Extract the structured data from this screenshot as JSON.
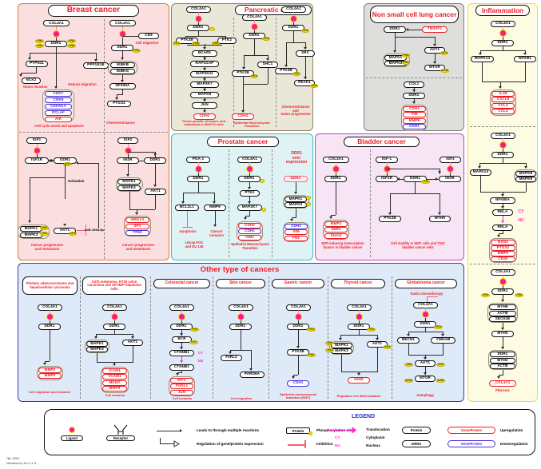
{
  "meta": {
    "title_line": "Title: DDR1",
    "maintained_line": "Maintained by:  Eer D. á. B"
  },
  "panels": {
    "breast": {
      "title": "Breast cancer",
      "nodes": [
        "COL4A1",
        "DDR1",
        "PTPN11",
        "NCK2",
        "PPP1R1B",
        "CDK7",
        "CDK8",
        "CDKN1A",
        "PCLAF",
        "AIK",
        "COL4A1",
        "CD9",
        "DDR1",
        "IKBKB",
        "IKBKG",
        "NFKBIA",
        "PTGS2",
        "IGF1",
        "IGF1R",
        "DDR1",
        "MAPK1",
        "MAPK3",
        "AKT1",
        "miR-199a-5p",
        "IGF2",
        "INSR",
        "DDR1",
        "MAPK1",
        "MAPK3",
        "AKT1",
        "HMGA1",
        "SP1",
        "TP53"
      ],
      "labels": [
        "Tumor invasion",
        "Reduce migration",
        "Cell cycle arrest and apoptosis",
        "Cell migration",
        "Chemoresistance",
        "Activation",
        "Cancer progression\nand metastasis",
        "Cancer progression\nand metastasis"
      ],
      "phospho": [
        "Y484",
        "Y520",
        "Y792",
        "Y796",
        "Y792",
        "S473",
        "T202",
        "Y204",
        "Y792"
      ]
    },
    "pancreatic": {
      "title": "Pancreatic cancer",
      "nodes": [
        "COL4A1",
        "DDR1",
        "PTK2B",
        "PTK2",
        "BCAR1",
        "RAP1GAP",
        "MAP3K11",
        "MAP2K7",
        "MAPK8",
        "JUN",
        "CDH2",
        "COL4A1",
        "DDR1",
        "PTK2B",
        "SHC1",
        "CDH2",
        "COL4A1",
        "DDR1",
        "SRC",
        "PTK2B",
        "PEAK1"
      ],
      "labels": [
        "Tumor growth, invasion, and\nmetastasis in BxPC3 cells",
        "Epithelial Mesenchymal\nTransition",
        "Chemoresistance\nand\ntumor progression"
      ],
      "phospho": [
        "Y513",
        "Y580",
        "Y397",
        "Y513",
        "Y513",
        "Y402",
        "Y402",
        "Y635"
      ]
    },
    "nsclc": {
      "title": "Non small cell lung cancer",
      "nodes": [
        "DDR1",
        "TM4SF1",
        "MAPK1",
        "MAPK3",
        "AKT1",
        "MTOR",
        "COL1",
        "DDR1",
        "CDH2",
        "VIM",
        "MMP9",
        "CDH1"
      ],
      "labels": [],
      "phospho": [
        "T183",
        "Y185",
        "S473",
        "S2448"
      ]
    },
    "inflammation": {
      "title": "Inflammation",
      "nodes": [
        "COL4A1",
        "DDR1",
        "MAPK14",
        "NFKB1",
        "IL1B",
        "CXCL8",
        "CCL3",
        "CCL4",
        "COL4A1",
        "DDR1",
        "MAPK14",
        "MAPK8",
        "MAPK9",
        "NFKBIA",
        "RELA",
        "RELA",
        "NOS2",
        "PTGS2",
        "MMP9",
        "CD40",
        "COL4A1",
        "DDR1",
        "MYH9",
        "ACTB",
        "SEC61B",
        "MYH2",
        "DDR1",
        "MYH2",
        "ACTB",
        "COL4A1"
      ],
      "labels": [
        "CY",
        "NU",
        "Fibrosis"
      ],
      "phospho": [
        "Y513",
        "Y796"
      ]
    },
    "prostate": {
      "title": "Prostate cancer",
      "nodes": [
        "PGA-1",
        "DDR1",
        "BCL2L1",
        "MMP9",
        "COL4A1",
        "DDR1",
        "PTK2",
        "MAP2K7",
        "CDH2",
        "CDH1",
        "VIM1",
        "DDR1",
        "MAPK1",
        "MAPK3",
        "CDH1",
        "VIM",
        "FN1"
      ],
      "labels": [
        "Apoptosis",
        "Cancer\ninvasion",
        "LNcap PGC\nand DU 145",
        "Epithelial Mesenchymal\nTransition",
        "DDR1\nover\nexpression"
      ],
      "phospho": []
    },
    "bladder": {
      "title": "Bladder cancer",
      "nodes": [
        "COL4A1",
        "DDR1",
        "MMP2",
        "ZEB1",
        "SNAI2",
        "IGF-1",
        "IGF1R",
        "DDR1",
        "IGF2",
        "INSR",
        "PTK2B",
        "MYH9"
      ],
      "labels": [
        "EMT-inducing transcription\nfactors in bladder cancer",
        "Cell motility in  5637 cells and T24T\nbladder cancer cells"
      ],
      "phospho": [
        "Y792"
      ]
    },
    "other": {
      "title": "Other type of cancers",
      "columns": [
        {
          "title": "Pituitary adenocarcinoma and hepatocellular carcinoma",
          "nodes": [
            "COL4A1",
            "DDR1",
            "MMP2",
            "MMP9"
          ],
          "caption": "Cell migration and invasion"
        },
        {
          "title": "A375 melanoma, HT29 colon carcinoma and SK-HEP hepatoma cells",
          "nodes": [
            "COL4A1",
            "DDR1",
            "MAPK1",
            "MAPK3",
            "AKT1",
            "ICAM1",
            "VCAM1",
            "MKI67",
            "MMP9"
          ],
          "caption": "Cell invasion"
        },
        {
          "title": "Colorectal cancer",
          "nodes": [
            "COL4A1",
            "DDR1",
            "BCR",
            "CTNNB1",
            "CTNNB1",
            "MYC",
            "FOSL1",
            "JUN"
          ],
          "caption": "Cell invasion",
          "phospho": [
            "Y513",
            "Y177"
          ],
          "tags": [
            "CY",
            "NU"
          ]
        },
        {
          "title": "Skin cancer",
          "nodes": [
            "COL4A1",
            "DDR1",
            "F2RL2",
            "PARD6A"
          ],
          "caption": "Cell migration"
        },
        {
          "title": "Gastric cancer",
          "nodes": [
            "COL4A1",
            "DDR1",
            "PTK2B",
            "CDH1"
          ],
          "caption": "Epithelial-mesenchymal\ntransition (EMT)",
          "phospho": [
            "Y513",
            "Y402"
          ]
        },
        {
          "title": "Thyroid cancer",
          "nodes": [
            "COL4A1",
            "DDR1",
            "MAPK1",
            "MAPK3",
            "AKT1",
            "INSR"
          ],
          "caption": "Regulates cell differentiation",
          "phospho": [
            "T202",
            "Y204",
            "Y513",
            "S473"
          ]
        },
        {
          "title": "Globalstoma cancer",
          "nodes": [
            "COL4A1",
            "DDR1",
            "BECN1",
            "YWHAB",
            "AKT1",
            "MTOR"
          ],
          "caption": "Autophagy",
          "phospho": [
            "Y513",
            "T308",
            "S473",
            "S2448",
            "S2481"
          ],
          "note": "Radio chemotherapy"
        }
      ]
    }
  },
  "legend": {
    "heading": "LEGEND",
    "ligand": "Ligand",
    "receptor": "Receptor",
    "arrow_text": "Leads to through multiple reactions",
    "regulation_text": "Regulation of gene/protein expression",
    "protein_tag": "Protein",
    "phospho_text": "Phosphorylation site",
    "inhibition_text": "Inhibition",
    "translocation_text": "Translocation",
    "cy_tag": "CY",
    "cytoplasm_text": "Cytoplasm",
    "nu_tag": "NU",
    "nucleus_text": "Nucleus",
    "protein_box": "Protein",
    "mrna_box": "mRNA",
    "gene_up_box": "Gene/Protein",
    "upregulation_text": "Upregulation",
    "gene_down_box": "Gene/Protein",
    "downregulation_text": "Downregulation"
  },
  "colors": {
    "red": "#ef1b24",
    "blue": "#4b2fd6",
    "magenta": "#ff2bd0",
    "yellow": "#f5e400",
    "pink_ligand": "#ff1493"
  }
}
